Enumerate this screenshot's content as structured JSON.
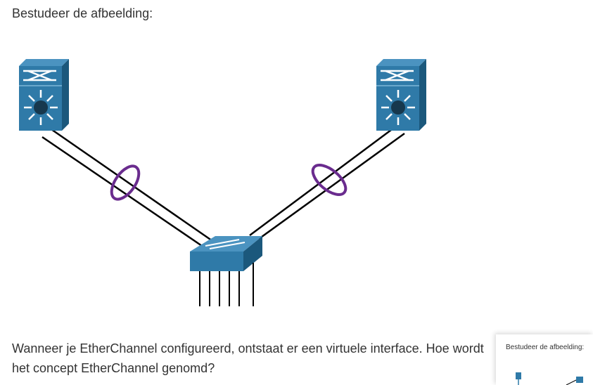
{
  "intro_text": "Bestudeer de afbeelding:",
  "diagram": {
    "devices": [
      {
        "name": "multilayer-switch-left",
        "icon": "multilayer-switch-icon"
      },
      {
        "name": "multilayer-switch-right",
        "icon": "multilayer-switch-icon"
      },
      {
        "name": "access-switch",
        "icon": "workgroup-switch-icon"
      }
    ],
    "links": [
      "left-etherchannel",
      "right-etherchannel"
    ],
    "colors": {
      "device_blue": "#2f7aa8",
      "device_dark": "#1d5f86",
      "etherchannel_ring": "#6a2c8e",
      "link": "#000000"
    }
  },
  "question_text": "Wanneer je EtherChannel configureerd, ontstaat er een virtuele interface. Hoe wordt het concept EtherChannel genomd?",
  "thumbnail": {
    "title": "Bestudeer de afbeelding:"
  }
}
